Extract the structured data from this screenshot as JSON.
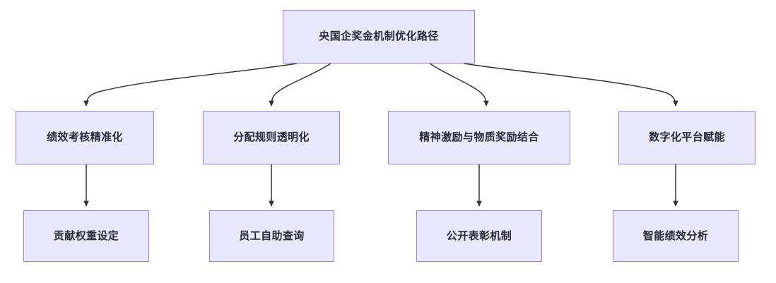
{
  "diagram": {
    "type": "flowchart",
    "direction": "top-down",
    "palette": {
      "node_fill": "#e8e7fb",
      "node_border": "#9f7aea",
      "text": "#2b2b35",
      "edge": "#333333",
      "background": "#ffffff"
    },
    "root": {
      "id": "root",
      "label": "央国企奖金机制优化路径"
    },
    "branches": [
      {
        "id": "branch-1",
        "label": "绩效考核精准化",
        "child": {
          "id": "leaf-1",
          "label": "贡献权重设定"
        }
      },
      {
        "id": "branch-2",
        "label": "分配规则透明化",
        "child": {
          "id": "leaf-2",
          "label": "员工自助查询"
        }
      },
      {
        "id": "branch-3",
        "label": "精神激励与物质奖励结合",
        "child": {
          "id": "leaf-3",
          "label": "公开表彰机制"
        }
      },
      {
        "id": "branch-4",
        "label": "数字化平台赋能",
        "child": {
          "id": "leaf-4",
          "label": "智能绩效分析"
        }
      }
    ]
  }
}
